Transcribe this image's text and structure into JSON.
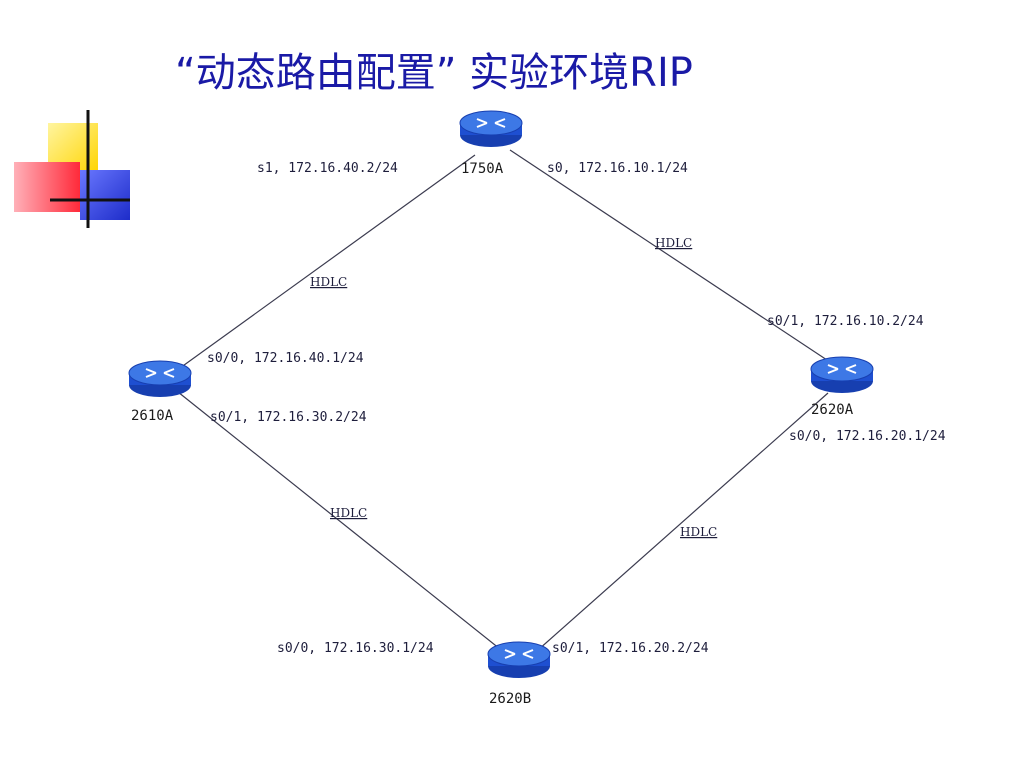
{
  "title": "“动态路由配置” 实验环境RIP",
  "colors": {
    "title": "#1a1aa6",
    "router_body": "#1e4fd1",
    "router_top": "#3d78e6",
    "link": "#3b3b4f",
    "deco_yellow": "#ffd400",
    "deco_red": "#ff3b4a",
    "deco_blue": "#2b3bd6"
  },
  "routers": [
    {
      "id": "1750A",
      "name": "1750A",
      "icon": "router-icon"
    },
    {
      "id": "2610A",
      "name": "2610A",
      "icon": "router-icon"
    },
    {
      "id": "2620A",
      "name": "2620A",
      "icon": "router-icon"
    },
    {
      "id": "2620B",
      "name": "2620B",
      "icon": "router-icon"
    }
  ],
  "links": [
    {
      "from": "1750A",
      "to": "2610A",
      "protocol": "HDLC"
    },
    {
      "from": "1750A",
      "to": "2620A",
      "protocol": "HDLC"
    },
    {
      "from": "2610A",
      "to": "2620B",
      "protocol": "HDLC"
    },
    {
      "from": "2620A",
      "to": "2620B",
      "protocol": "HDLC"
    }
  ],
  "interfaces": {
    "r1750a_s1": "s1, 172.16.40.2/24",
    "r1750a_s0": "s0, 172.16.10.1/24",
    "r2610a_s00": "s0/0, 172.16.40.1/24",
    "r2610a_s01": "s0/1, 172.16.30.2/24",
    "r2620a_s01": "s0/1, 172.16.10.2/24",
    "r2620a_s00": "s0/0, 172.16.20.1/24",
    "r2620b_s00": "s0/0, 172.16.30.1/24",
    "r2620b_s01": "s0/1, 172.16.20.2/24"
  }
}
